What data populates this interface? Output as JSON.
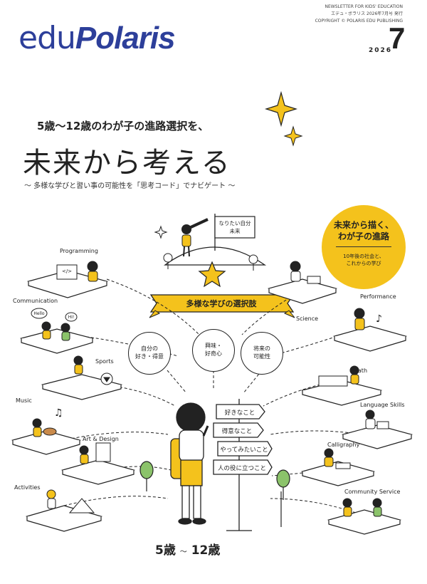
{
  "masthead": {
    "logo_edu": "edu",
    "logo_polaris": "Polaris",
    "fine_print": [
      "NEWSLETTER FOR KIDS' EDUCATION",
      "エデュ・ポラリス 2026年7月号 発行",
      "COPYRIGHT © POLARIS EDU PUBLISHING"
    ],
    "year": "2026",
    "issue_number": "7"
  },
  "cover": {
    "subheadline": "5歳〜12歳のわが子の進路選択を、",
    "headline": "未来から考える",
    "tagline": "〜 多様な学びと習い事の可能性を「思考コード」でナビゲート 〜",
    "badge": {
      "line1": "未来から描く、",
      "line2": "わが子の進路",
      "line3": "10年後の社会と、",
      "line4": "これからの学び"
    },
    "flag_line1": "なりたい自分",
    "flag_line2": "未来",
    "banner": "多様な学びの選択肢",
    "bubbles": [
      {
        "line1": "自分の",
        "line2": "好き・得意"
      },
      {
        "line1": "興味・",
        "line2": "好奇心"
      },
      {
        "line1": "将来の",
        "line2": "可能性"
      }
    ],
    "signs": [
      "好きなこと",
      "得意なこと",
      "やってみたいこと",
      "人の役に立つこと"
    ],
    "age_from": "5歳",
    "age_to": "12歳",
    "age_separator": "〜"
  },
  "activities": [
    {
      "label": "Programming"
    },
    {
      "label": "Communication"
    },
    {
      "label": "Sports"
    },
    {
      "label": "Music"
    },
    {
      "label": "Art & Design"
    },
    {
      "label": "Activities"
    },
    {
      "label": "Science"
    },
    {
      "label": "Performance"
    },
    {
      "label": "Math"
    },
    {
      "label": "Language Skills"
    },
    {
      "label": "Calligraphy"
    },
    {
      "label": "Community Service"
    }
  ],
  "speech": {
    "hello": "Hello",
    "hi": "Hi!",
    "code": "</>"
  },
  "colors": {
    "brand_blue": "#2d3f9a",
    "accent_yellow": "#f4c21c",
    "ink": "#222222"
  }
}
